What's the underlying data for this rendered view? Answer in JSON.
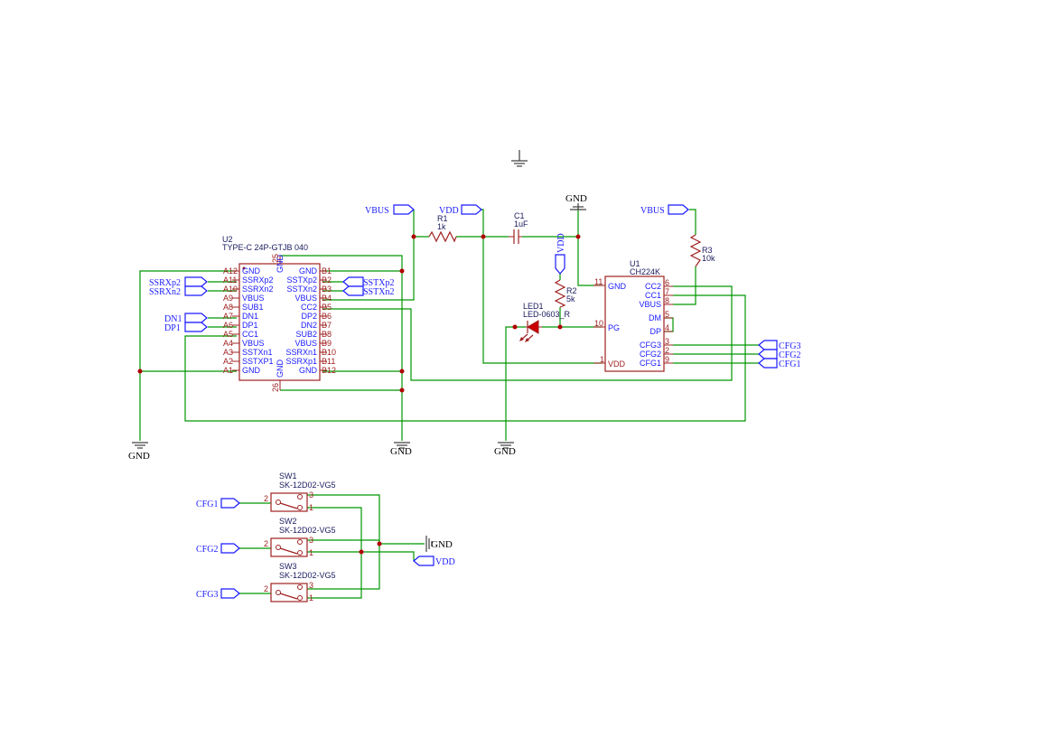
{
  "power": {
    "gnd": "GND",
    "vdd": "VDD",
    "vbus": "VBUS"
  },
  "nets": {
    "ssrxp2": "SSRXp2",
    "ssrxn2": "SSRXn2",
    "sstxp2": "SSTXp2",
    "sstxn2": "SSTXn2",
    "dn1": "DN1",
    "dp1": "DP1",
    "cfg1": "CFG1",
    "cfg2": "CFG2",
    "cfg3": "CFG3"
  },
  "u2": {
    "ref": "U2",
    "value": "TYPE-C 24P-GTJB 040",
    "left_pins": [
      {
        "num": "A12",
        "name": "GND"
      },
      {
        "num": "A11",
        "name": "SSRXp2"
      },
      {
        "num": "A10",
        "name": "SSRXn2"
      },
      {
        "num": "A9",
        "name": "VBUS"
      },
      {
        "num": "A8",
        "name": "SUB1"
      },
      {
        "num": "A7",
        "name": "DN1"
      },
      {
        "num": "A6",
        "name": "DP1"
      },
      {
        "num": "A5",
        "name": "CC1"
      },
      {
        "num": "A4",
        "name": "VBUS"
      },
      {
        "num": "A3",
        "name": "SSTXn1"
      },
      {
        "num": "A2",
        "name": "SSTXP1"
      },
      {
        "num": "A1",
        "name": "GND"
      }
    ],
    "right_pins": [
      {
        "num": "B1",
        "name": "GND"
      },
      {
        "num": "B2",
        "name": "SSTXp2"
      },
      {
        "num": "B3",
        "name": "SSTXn2"
      },
      {
        "num": "B4",
        "name": "VBUS"
      },
      {
        "num": "B5",
        "name": "CC2"
      },
      {
        "num": "B6",
        "name": "DP2"
      },
      {
        "num": "B7",
        "name": "DN2"
      },
      {
        "num": "B8",
        "name": "SUB2"
      },
      {
        "num": "B9",
        "name": "VBUS"
      },
      {
        "num": "B10",
        "name": "SSRXn1"
      },
      {
        "num": "B11",
        "name": "SSRXp1"
      },
      {
        "num": "B12",
        "name": "GND"
      }
    ],
    "top_pin": {
      "num": "25",
      "name": "GND"
    },
    "bottom_pin": {
      "num": "26",
      "name": "GND"
    }
  },
  "u1": {
    "ref": "U1",
    "value": "CH224K",
    "pins": {
      "gnd": {
        "num": "11",
        "name": "GND"
      },
      "pg": {
        "num": "10",
        "name": "PG"
      },
      "vdd": {
        "num": "1",
        "name": "VDD"
      },
      "cc2": {
        "num": "6",
        "name": "CC2"
      },
      "cc1": {
        "num": "7",
        "name": "CC1"
      },
      "vbus": {
        "num": "8",
        "name": "VBUS"
      },
      "dm": {
        "num": "5",
        "name": "DM"
      },
      "dp": {
        "num": "4",
        "name": "DP"
      },
      "cfg3": {
        "num": "3",
        "name": "CFG3"
      },
      "cfg2": {
        "num": "2",
        "name": "CFG2"
      },
      "cfg1": {
        "num": "9",
        "name": "CFG1"
      }
    }
  },
  "r1": {
    "ref": "R1",
    "value": "1k"
  },
  "c1": {
    "ref": "C1",
    "value": "1uF"
  },
  "r2": {
    "ref": "R2",
    "value": "5k"
  },
  "r3": {
    "ref": "R3",
    "value": "10k"
  },
  "led1": {
    "ref": "LED1",
    "value": "LED-0603_R"
  },
  "switches": [
    {
      "ref": "SW1",
      "value": "SK-12D02-VG5",
      "pin_a": "2",
      "pin_b": "3",
      "pin_c": "1"
    },
    {
      "ref": "SW2",
      "value": "SK-12D02-VG5",
      "pin_a": "2",
      "pin_b": "3",
      "pin_c": "1"
    },
    {
      "ref": "SW3",
      "value": "SK-12D02-VG5",
      "pin_a": "2",
      "pin_b": "3",
      "pin_c": "1"
    }
  ]
}
